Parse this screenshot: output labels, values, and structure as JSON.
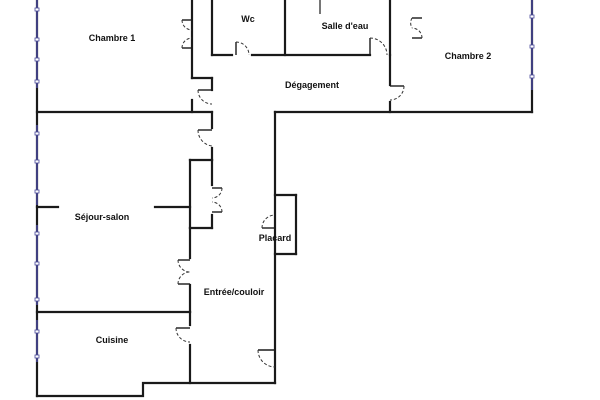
{
  "rooms": {
    "chambre1": "Chambre 1",
    "wc": "Wc",
    "salle_deau": "Salle d'eau",
    "chambre2": "Chambre 2",
    "degagement": "Dégagement",
    "sejour": "Séjour-salon",
    "placard": "Placard",
    "entree": "Entrée/couloir",
    "cuisine": "Cuisine"
  },
  "colors": {
    "wall": "#1a1a1a",
    "window": "#4a4a9a",
    "background": "#ffffff"
  }
}
